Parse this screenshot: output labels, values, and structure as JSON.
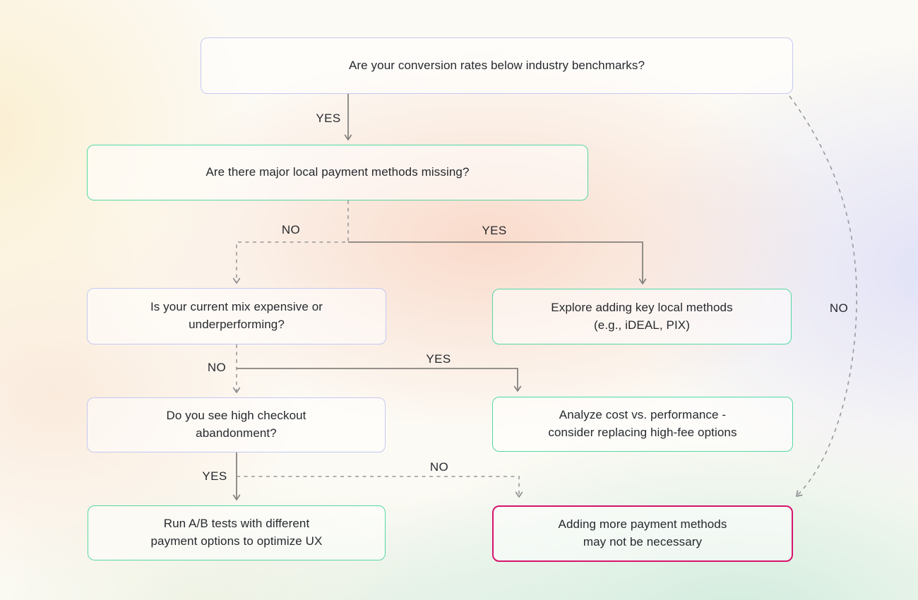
{
  "diagram": {
    "type": "decision-flowchart",
    "nodes": [
      {
        "id": "q1",
        "variant": "question",
        "text": "Are your conversion rates below industry benchmarks?"
      },
      {
        "id": "q2",
        "variant": "question",
        "text": "Are there major local payment methods missing?"
      },
      {
        "id": "q3",
        "variant": "question",
        "text": "Is your current mix expensive or\nunderperforming?"
      },
      {
        "id": "a1",
        "variant": "action",
        "text": "Explore adding key local methods\n(e.g., iDEAL, PIX)"
      },
      {
        "id": "q4",
        "variant": "question",
        "text": "Do you see high checkout\nabandonment?"
      },
      {
        "id": "a2",
        "variant": "action",
        "text": "Analyze cost vs. performance -\nconsider replacing high-fee options"
      },
      {
        "id": "a3",
        "variant": "action",
        "text": "Run A/B tests with different\npayment options to optimize UX"
      },
      {
        "id": "t1",
        "variant": "terminal",
        "text": "Adding more payment methods\nmay not be necessary"
      }
    ],
    "edges": [
      {
        "from": "q1",
        "to": "q2",
        "label": "YES",
        "style": "solid"
      },
      {
        "from": "q2",
        "to": "q3",
        "label": "NO",
        "style": "dashed"
      },
      {
        "from": "q2",
        "to": "a1",
        "label": "YES",
        "style": "solid"
      },
      {
        "from": "q3",
        "to": "q4",
        "label": "NO",
        "style": "dashed"
      },
      {
        "from": "q3",
        "to": "a2",
        "label": "YES",
        "style": "solid"
      },
      {
        "from": "q4",
        "to": "a3",
        "label": "YES",
        "style": "solid"
      },
      {
        "from": "q4",
        "to": "t1",
        "label": "NO",
        "style": "dashed"
      },
      {
        "from": "q1",
        "to": "t1",
        "label": "NO",
        "style": "dashed"
      }
    ]
  },
  "colors": {
    "question_border": "#c5c8f3",
    "action_border": "#55d7a3",
    "terminal_border": "#d5146c",
    "edge_solid": "#85837f",
    "edge_dashed": "#98989a",
    "text": "#26292e"
  }
}
